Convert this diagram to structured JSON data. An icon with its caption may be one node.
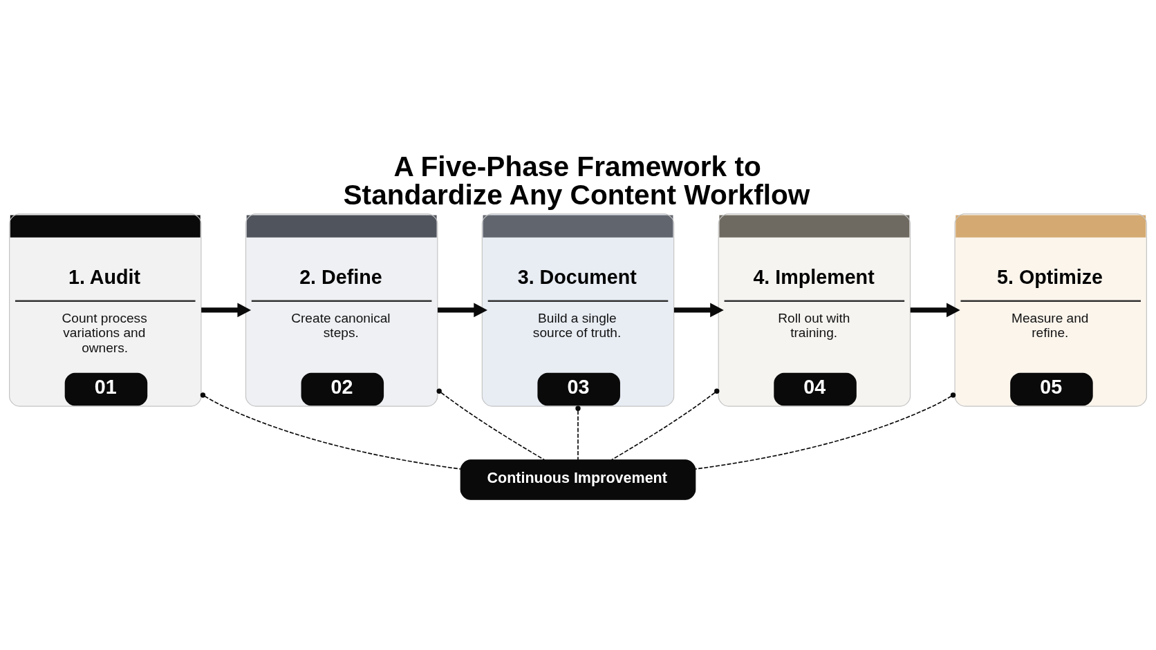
{
  "diagram": {
    "title": "A Five-Phase Framework to Standardize Any Content Workflow",
    "nodes": [
      {
        "text": [
          "1. Audit",
          "Count process variations and owners.",
          "01"
        ]
      },
      {
        "text": [
          "2. Define",
          "Create canonical steps.",
          "02"
        ]
      },
      {
        "text": [
          "3. Document",
          "Build a single source of truth.",
          "03"
        ]
      },
      {
        "text": [
          "4. Implement",
          "Roll out with training.",
          "04"
        ]
      },
      {
        "text": [
          "5. Optimize",
          "Measure and refine.",
          "05"
        ]
      },
      {
        "text": [
          "Continuous Improvement"
        ]
      }
    ],
    "edges": [
      {
        "from": 0,
        "to": 1,
        "arrow": "to",
        "style": "thick"
      },
      {
        "from": 1,
        "to": 2,
        "arrow": "to",
        "style": "thick"
      },
      {
        "from": 2,
        "to": 3,
        "arrow": "to",
        "style": "thick"
      },
      {
        "from": 3,
        "to": 4,
        "arrow": "to",
        "style": "thick"
      },
      {
        "from": 0,
        "to": 5,
        "arrow": "other",
        "style": "dashed"
      },
      {
        "from": 1,
        "to": 5,
        "arrow": "other",
        "style": "dashed"
      },
      {
        "from": 2,
        "to": 5,
        "arrow": "other",
        "style": "dashed"
      },
      {
        "from": 3,
        "to": 5,
        "arrow": "other",
        "style": "dashed"
      },
      {
        "from": 4,
        "to": 5,
        "arrow": "other",
        "style": "dashed"
      }
    ]
  }
}
